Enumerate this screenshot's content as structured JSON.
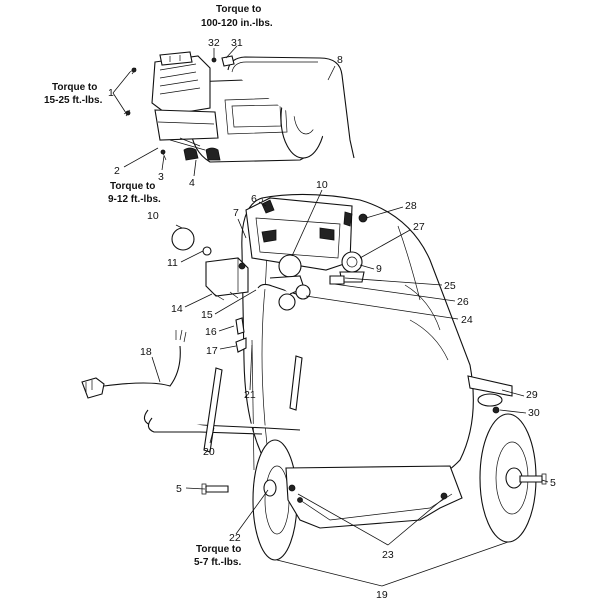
{
  "callouts": {
    "c1": "1",
    "c2": "2",
    "c3": "3",
    "c4": "4",
    "c5a": "5",
    "c5b": "5",
    "c6": "6",
    "c7": "7",
    "c8": "8",
    "c9": "9",
    "c10a": "10",
    "c10b": "10",
    "c11": "11",
    "c14": "14",
    "c15": "15",
    "c16": "16",
    "c17": "17",
    "c18": "18",
    "c19": "19",
    "c20": "20",
    "c21": "21",
    "c22": "22",
    "c23": "23",
    "c24": "24",
    "c25": "25",
    "c26": "26",
    "c27": "27",
    "c28": "28",
    "c29": "29",
    "c30": "30",
    "c31": "31",
    "c32": "32"
  },
  "torque_notes": {
    "t1_line1": "Torque to",
    "t1_line2": "100-120 in.-lbs.",
    "t2_line1": "Torque to",
    "t2_line2": "15-25 ft.-lbs.",
    "t3_line1": "Torque to",
    "t3_line2": "9-12 ft.-lbs.",
    "t4_line1": "Torque to",
    "t4_line2": "5-7 ft.-lbs."
  }
}
